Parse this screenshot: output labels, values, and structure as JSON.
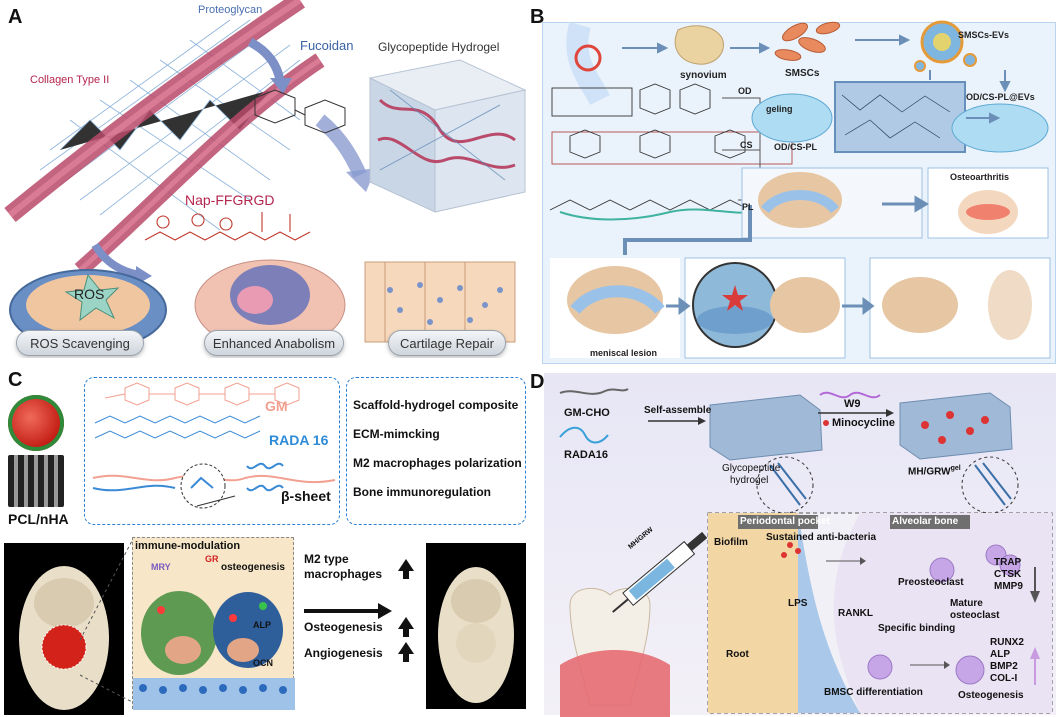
{
  "panels": {
    "a": {
      "letter": "A",
      "labels": {
        "proteoglycan": "Proteoglycan",
        "collagen": "Collagen Type II",
        "fucoidan": "Fucoidan",
        "hydrogel": "Glycopeptide Hydrogel",
        "peptide": "Nap-FFGRGD",
        "ros": "ROS"
      },
      "pills": [
        "ROS Scavenging",
        "Enhanced Anabolism",
        "Cartilage Repair"
      ]
    },
    "b": {
      "letter": "B",
      "labels": {
        "synovium": "synovium",
        "smscs": "SMSCs",
        "smscs_evs": "SMSCs-EVs",
        "od_cs_pl_evs": "OD/CS-PL@EVs",
        "od": "OD",
        "cs": "CS",
        "pl": "PL",
        "geling": "geling",
        "od_cs_pl": "OD/CS-PL",
        "osteoarthritis": "Osteoarthritis",
        "meniscal": "meniscal lesion"
      }
    },
    "c": {
      "letter": "C",
      "labels": {
        "pcl": "PCL/nHA",
        "gm": "GM",
        "rada": "RADA 16",
        "beta": "β-sheet",
        "immune": "immune-modulation",
        "osteogenesis_small": "osteogenesis",
        "mry": "MRY",
        "grgel": "GR",
        "alp": "ALP",
        "ocn": "OCN"
      },
      "features": [
        "Scaffold-hydrogel composite",
        "ECM-mimcking",
        "M2 macrophages polarization",
        "Bone immunoregulation"
      ],
      "outcomes": [
        "M2 type macrophages",
        "Osteogenesis",
        "Angiogenesis"
      ]
    },
    "d": {
      "letter": "D",
      "labels": {
        "gm_cho": "GM-CHO",
        "rada16": "RADA16",
        "self_assemble": "Self-assemble",
        "w9": "W9",
        "minocycline": "Minocycline",
        "glyco": "Glycopeptide",
        "hydrogel": "hydrogel",
        "mh": "MH/GRW",
        "periodontal": "Periodontal pocket",
        "alveolar": "Alveolar bone",
        "biofilm": "Biofilm",
        "sustained": "Sustained anti-bacteria",
        "lps": "LPS",
        "rankl": "RANKL",
        "preosteoclast": "Preosteoclast",
        "mature": "Mature",
        "osteoclast": "osteoclast",
        "specific": "Specific binding",
        "root": "Root",
        "bmsc": "BMSC differentiation",
        "osteogenesis": "Osteogenesis",
        "syringe": "MH/GRW"
      },
      "markers_down": [
        "TRAP",
        "CTSK",
        "MMP9"
      ],
      "markers_up": [
        "RUNX2",
        "ALP",
        "BMP2",
        "COL-I"
      ]
    }
  }
}
